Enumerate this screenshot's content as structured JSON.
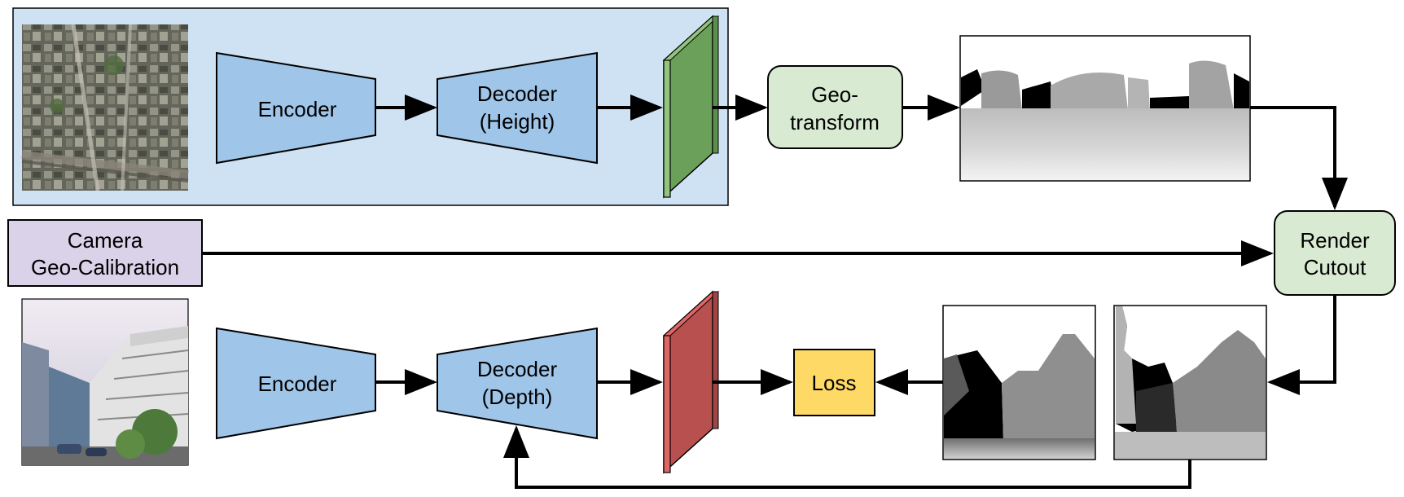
{
  "blocks": {
    "encoder_top": {
      "label": "Encoder"
    },
    "decoder_height": {
      "line1": "Decoder",
      "line2": "(Height)"
    },
    "geo_transform": {
      "line1": "Geo-",
      "line2": "transform"
    },
    "camera_calib": {
      "line1": "Camera",
      "line2": "Geo-Calibration"
    },
    "render_cutout": {
      "line1": "Render",
      "line2": "Cutout"
    },
    "encoder_bottom": {
      "label": "Encoder"
    },
    "decoder_depth": {
      "line1": "Decoder",
      "line2": "(Depth)"
    },
    "loss": {
      "label": "Loss"
    }
  },
  "colors": {
    "aerial_panel": "#cfe2f3",
    "network_block": "#9fc5e8",
    "height_map": "#6aa05a",
    "depth_map": "#b85050",
    "rounded_box": "#d9ead3",
    "camera_box": "#d9d2e9",
    "loss_box": "#ffd966"
  }
}
